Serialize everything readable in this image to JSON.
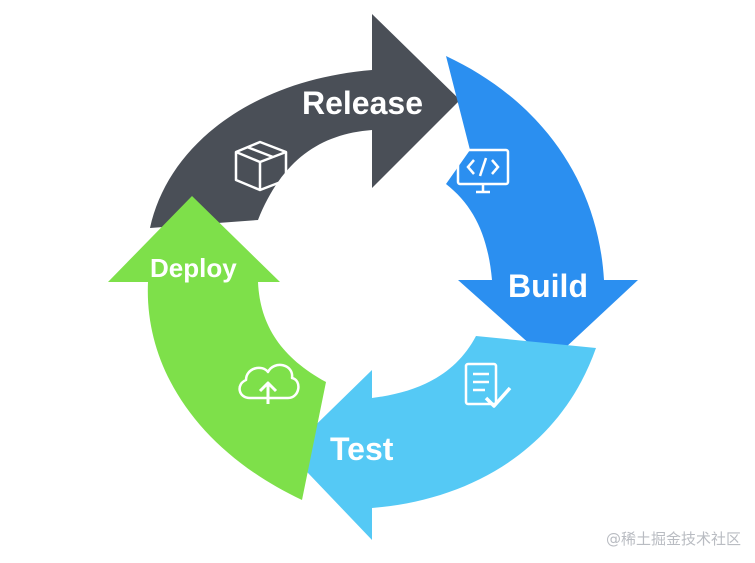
{
  "stages": [
    {
      "label": "Release",
      "color": "#4a4f57",
      "icon": "package-box-icon"
    },
    {
      "label": "Build",
      "color": "#2b8ff0",
      "icon": "code-monitor-icon"
    },
    {
      "label": "Test",
      "color": "#55c9f5",
      "icon": "checklist-icon"
    },
    {
      "label": "Deploy",
      "color": "#7ee04a",
      "icon": "cloud-upload-icon"
    }
  ],
  "watermark": "@稀土掘金技术社区"
}
